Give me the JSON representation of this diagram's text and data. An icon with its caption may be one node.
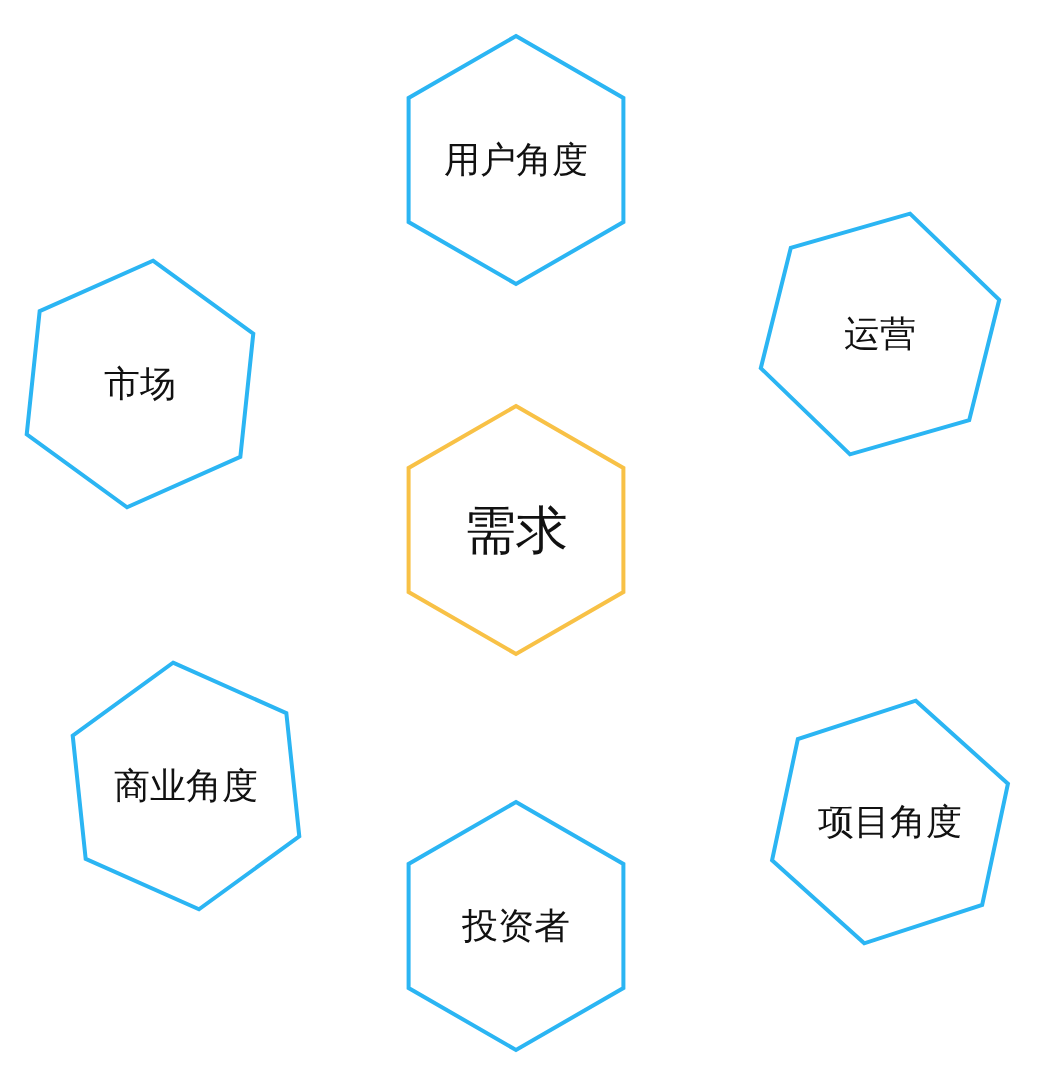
{
  "diagram": {
    "nodes": [
      {
        "text": [
          "用户角度"
        ]
      },
      {
        "text": [
          "运营"
        ]
      },
      {
        "text": [
          "市场"
        ]
      },
      {
        "text": [
          "需求"
        ]
      },
      {
        "text": [
          "商业角度"
        ]
      },
      {
        "text": [
          "投资者"
        ]
      },
      {
        "text": [
          "项目角度"
        ]
      }
    ]
  }
}
